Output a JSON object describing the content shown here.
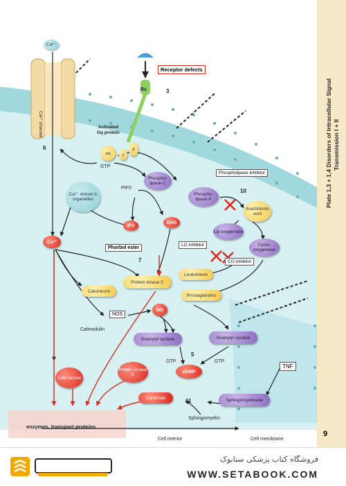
{
  "title": {
    "line1": "Plate 1,3 + 1,4   Disorders of Intracellular Signal",
    "line2": "Transmission I + II"
  },
  "page_number": "9",
  "labels": {
    "ca_top": "Ca²⁺",
    "ca_channel": "Ca²⁺ channel",
    "receptor_defects": "Receptor defects",
    "rs": "Rs",
    "num3": "3",
    "activated_g": "Activated",
    "activated_g2": "Gq protein",
    "alpha": "αq",
    "beta": "β",
    "gamma": "γ",
    "gtp1": "GTP",
    "num6": "6",
    "plc": "Phospho-lipase C",
    "pip2": "PIP2",
    "ca_stored": "Ca²⁺ stored in organelles",
    "ip3": "IP3",
    "dag": "DAG",
    "pl_inhibitor": "Phospholipase inhibitor",
    "pla": "Phospho-lipase A",
    "num10": "10",
    "arachidonic": "Arachidonic acid",
    "lipoxygenase": "Lip-oxygenase",
    "cyclooxygenase": "Cyclo-oxygenase",
    "lo_inhibitor": "LO inhibitor",
    "co_inhibitor": "CO inhibitor",
    "leukotriene": "Leukotriene",
    "prostaglandins": "Prostaglandins",
    "ca_main": "Ca²⁺",
    "phorbol": "Phorbol ester",
    "num7": "7",
    "pkc": "Protein kinase C",
    "calcineurin": "Calcineurin",
    "nos": "NOS",
    "no": "NO",
    "calmodulin": "Calmodulin",
    "gc1": "Guanylyl cyclase",
    "gc2": "Guanylyl cyclase",
    "num5": "5",
    "gtp2": "GTP",
    "gtp3": "GTP",
    "cgmp": "cGMP",
    "pkg": "Protein kinase G",
    "camk": "CaM kinase",
    "tnf": "TNF",
    "ceramide": "Ceramide",
    "num11": "11",
    "sphingomyelinase": "Sphingomyelinase",
    "sphingomyelin": "Sphingomyelin",
    "enzymes": "enzymes, transport proteins",
    "cell_interior": "Cell interior",
    "cell_membrane": "Cell membrane"
  },
  "footer": {
    "persian": "فروشگاه کتاب پزشکی ستابوک",
    "www": "WWW.SETABOOK.COM"
  },
  "colors": {
    "cell_bg": "#cfeef0",
    "membrane": "#8fd2d8",
    "arrow_red": "#d8271c",
    "purple": "#9b82cc",
    "sidebar": "#f5e9c8"
  }
}
